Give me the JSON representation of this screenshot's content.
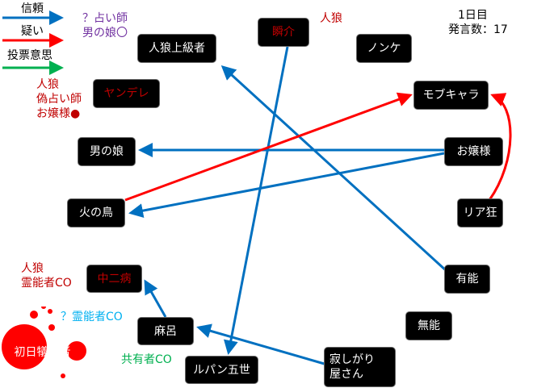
{
  "legend": {
    "trust": "信頼",
    "doubt": "疑い",
    "vote": "投票意思",
    "colors": {
      "trust": "#0070c0",
      "doubt": "#ff0000",
      "vote": "#00b050"
    }
  },
  "status": {
    "day": "1日目",
    "remarks": "発言数：17"
  },
  "nodes": {
    "jinro_jokyu": "人狼上級者",
    "shunsuke": "瞬介",
    "nonke": "ノンケ",
    "yandere": "ヤンデレ",
    "mobu": "モブキャラ",
    "otokonoko": "男の娘",
    "ojousama": "お嬢様",
    "hinotori": "火の鳥",
    "riakyo": "リア狂",
    "chuni": "中二病",
    "yuno": "有能",
    "maro": "麻呂",
    "muno": "無能",
    "shonichi": "初日犠牲者",
    "lupin": "ルパン五世",
    "sabishigari": "寂しがり\n屋さん"
  },
  "notes": {
    "fortune_q": "？占い師\n男の娘〇",
    "yandere_note": "人狼\n偽占い師\nお嬢様●",
    "shunsuke_note": "人狼",
    "chuni_note": "人狼\n霊能者CO",
    "medium_q": "？霊能者CO",
    "cohabit": "共有者CO"
  }
}
